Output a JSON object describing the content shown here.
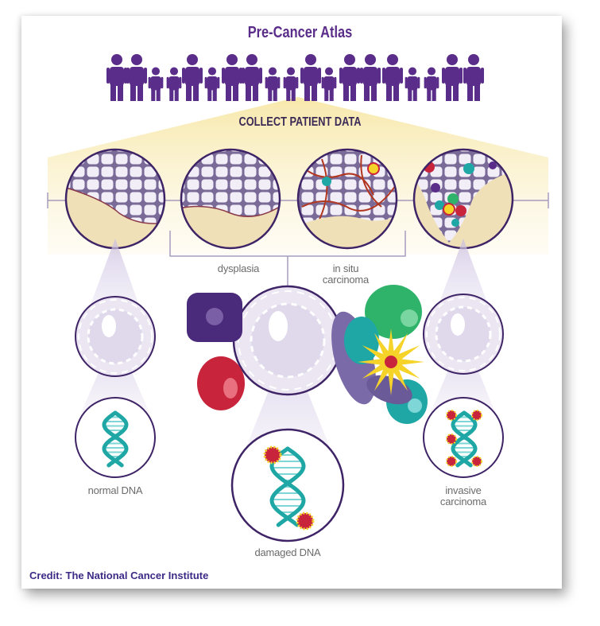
{
  "title": "Pre-Cancer Atlas",
  "collect_label": "COLLECT PATIENT DATA",
  "stage_labels": {
    "dysplasia": "dysplasia",
    "in_situ_line1": "in situ",
    "in_situ_line2": "carcinoma",
    "invasive_line1": "invasive",
    "invasive_line2": "carcinoma"
  },
  "dna_labels": {
    "normal": "normal DNA",
    "damaged": "damaged DNA"
  },
  "credit": "Credit: The National Cancer Institute",
  "colors": {
    "purple": "#5b2d8a",
    "teal": "#1fa7a6",
    "red": "#c8243c",
    "green": "#2fb36b",
    "yellow": "#f5d328",
    "tissue": "#f0e0b8"
  }
}
